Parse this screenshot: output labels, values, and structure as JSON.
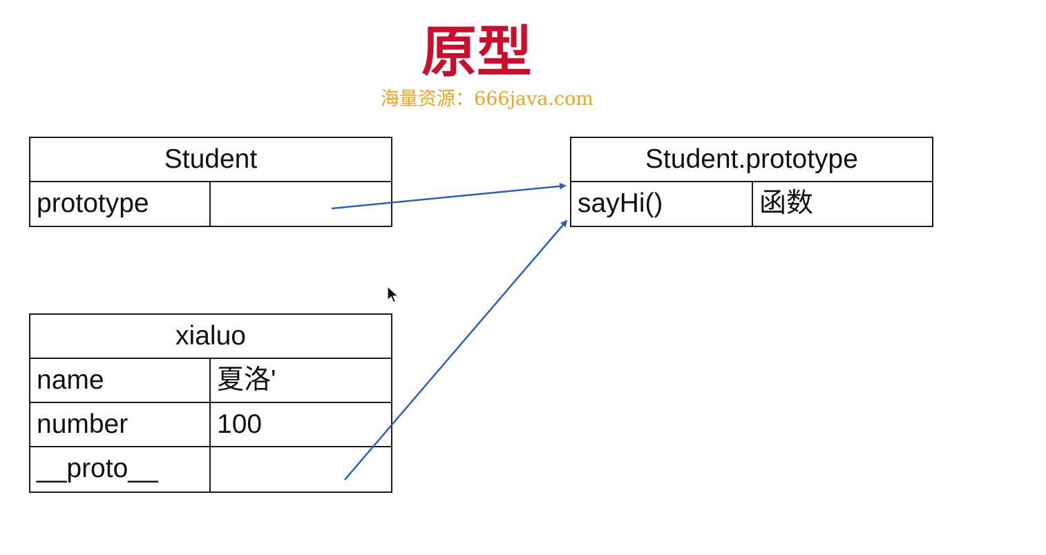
{
  "title": "原型",
  "watermark": "海量资源：666java.com",
  "boxes": {
    "student": {
      "header": "Student",
      "rows": [
        {
          "key": "prototype",
          "value": ""
        }
      ]
    },
    "student_prototype": {
      "header": "Student.prototype",
      "rows": [
        {
          "key": "sayHi()",
          "value": "函数"
        }
      ]
    },
    "xialuo": {
      "header": "xialuo",
      "rows": [
        {
          "key": "name",
          "value": "夏洛'"
        },
        {
          "key": "number",
          "value": "100"
        },
        {
          "key": "__proto__",
          "value": ""
        }
      ]
    }
  },
  "colors": {
    "title": "#c8102e",
    "watermark": "#f0a21e",
    "arrow": "#2b5fbf",
    "border": "#1a1a1a"
  },
  "icons": {
    "cursor": "mouse-pointer-icon"
  }
}
